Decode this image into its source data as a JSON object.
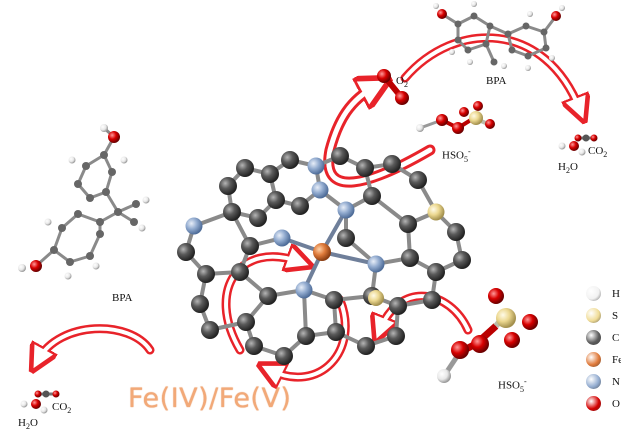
{
  "labels": {
    "bpa_left": "BPA",
    "bpa_top": "BPA",
    "hso5_mid": "HSO",
    "hso5_mid_sub": "5",
    "hso5_mid_sup": "-",
    "hso5_right": "HSO",
    "hso5_right_sub": "5",
    "hso5_right_sup": "-",
    "o2_main": "O",
    "o2_sub": "2",
    "co2_right": "CO",
    "co2_right_sub": "2",
    "h2o_right": "H",
    "h2o_right_sub": "2",
    "h2o_right_tail": "O",
    "co2_left": "CO",
    "co2_left_sub": "2",
    "h2o_left": "H",
    "h2o_left_sub": "2",
    "h2o_left_tail": "O",
    "oxidation_state": "Fe(IV)/Fe(V)"
  },
  "legend": [
    {
      "symbol": "H",
      "color": "#f2f2f2"
    },
    {
      "symbol": "S",
      "color": "#f0dc96"
    },
    {
      "symbol": "C",
      "color": "#5c5c5c"
    },
    {
      "symbol": "Fe",
      "color": "#e07a3a"
    },
    {
      "symbol": "N",
      "color": "#93acd0"
    },
    {
      "symbol": "O",
      "color": "#d40000"
    }
  ],
  "colors": {
    "arrow": "#e8232a",
    "carbon": "#555555",
    "nitrogen": "#8fa8cc",
    "sulfur": "#eedd99",
    "iron": "#d8743a",
    "oxygen": "#d40000",
    "label_orange": "#f2a978"
  }
}
